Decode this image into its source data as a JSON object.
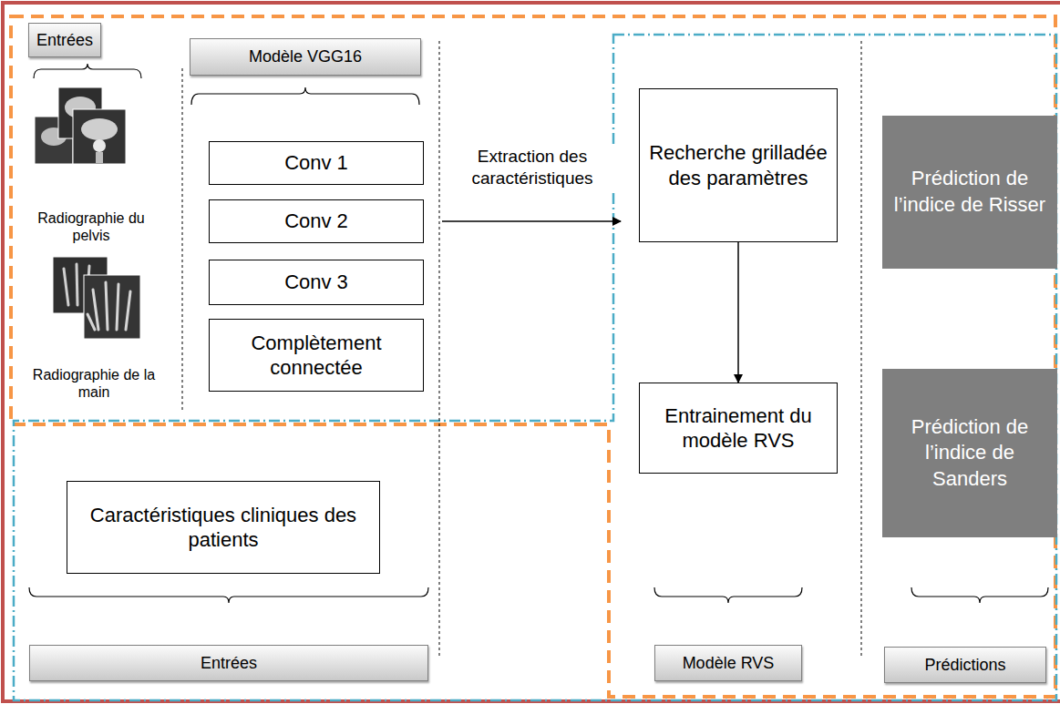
{
  "diagram": {
    "nodes": [
      {
        "text": [
          "Entrées"
        ]
      },
      {
        "text": [
          "Modèle VGG16"
        ]
      },
      {
        "text": [
          "Conv 1"
        ]
      },
      {
        "text": [
          "Conv 2"
        ]
      },
      {
        "text": [
          "Conv 3"
        ]
      },
      {
        "text": [
          "Complètement connectée"
        ]
      },
      {
        "text": [
          "Recherche grilladée des paramètres"
        ]
      },
      {
        "text": [
          "Entrainement du modèle RVS"
        ]
      },
      {
        "text": [
          "Prédiction de l’indice de Risser"
        ]
      },
      {
        "text": [
          "Prédiction de l’indice de Sanders"
        ]
      },
      {
        "text": [
          "Caractéristiques cliniques des patients"
        ]
      },
      {
        "text": [
          "Entrées"
        ]
      },
      {
        "text": [
          "Modèle RVS"
        ]
      },
      {
        "text": [
          "Prédictions"
        ]
      }
    ],
    "edges": [
      {
        "from": 3,
        "to": 6,
        "arrow": "to",
        "label": "Extraction des caractéristiques"
      },
      {
        "from": 6,
        "to": 7,
        "arrow": "to"
      }
    ],
    "labels": [
      "Radiographie du pelvis",
      "Radiographie de la main"
    ]
  }
}
